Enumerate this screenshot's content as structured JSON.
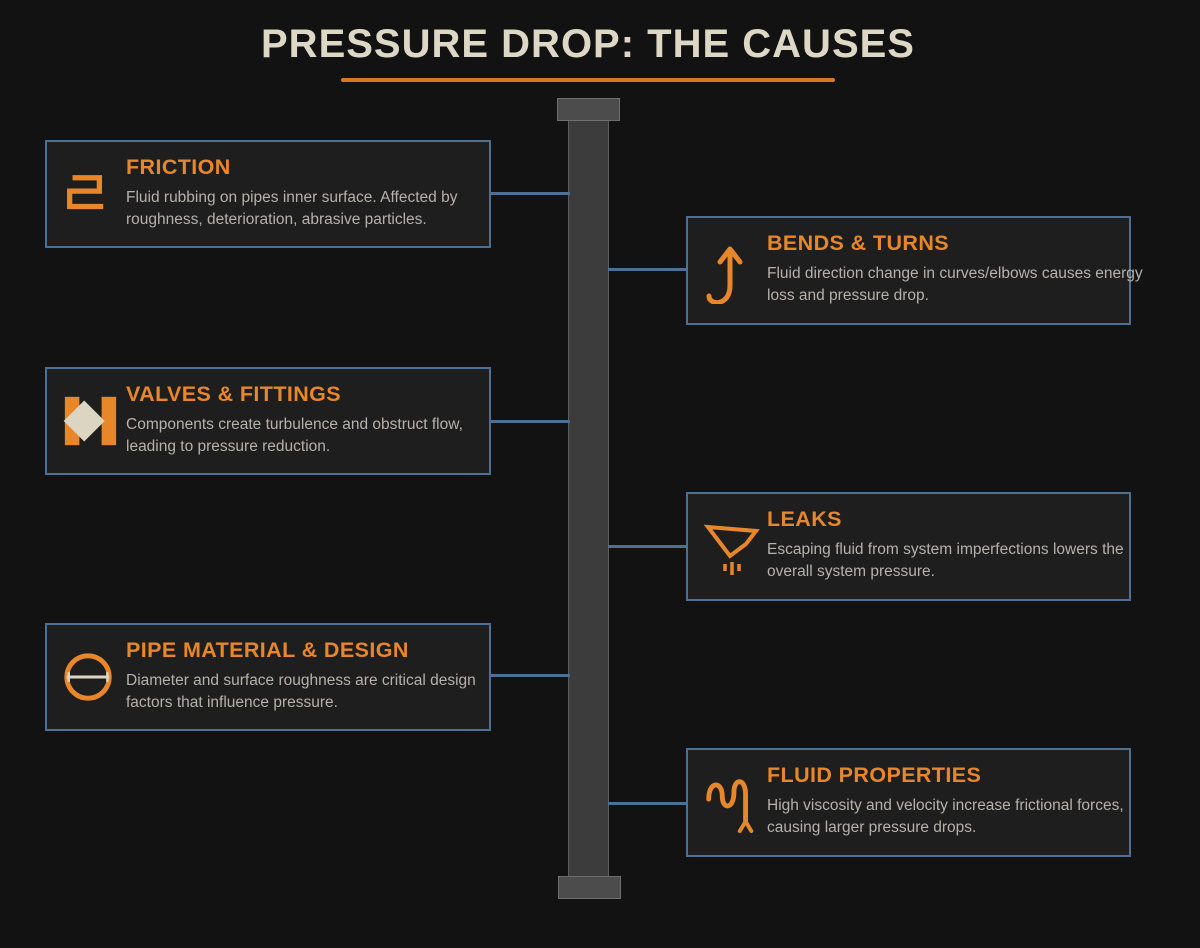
{
  "header": {
    "title": "PRESSURE DROP: THE CAUSES"
  },
  "colors": {
    "page_bg": "#121212",
    "card_bg": "#1E1E1E",
    "card_border_blue": "#4D7195",
    "connector_blue": "#4D7195",
    "accent_orange": "#E8872A",
    "underline_orange": "#D9791E",
    "title_cream": "#DDD7C6",
    "body_gray": "#B5B2AB",
    "icon_cream": "#DBD5C2",
    "pipe_gray": "#3C3C3C",
    "pipe_cap_gray": "#4C4C4C"
  },
  "pipe": {
    "name": "central-pipe-graphic"
  },
  "cards": [
    {
      "id": "friction",
      "side": "left",
      "icon": "friction-zigzag-icon",
      "title": "FRICTION",
      "description": "Fluid rubbing on pipes inner surface. Affected by roughness, deterioration, abrasive particles."
    },
    {
      "id": "bends-turns",
      "side": "right",
      "icon": "curved-arrow-up-icon",
      "title": "BENDS & TURNS",
      "description": "Fluid direction change in curves/elbows causes energy loss and pressure drop."
    },
    {
      "id": "valves-fittings",
      "side": "left",
      "icon": "valve-diamond-icon",
      "title": "VALVES & FITTINGS",
      "description": "Components create turbulence and obstruct flow, leading to pressure reduction."
    },
    {
      "id": "leaks",
      "side": "right",
      "icon": "funnel-drip-icon",
      "title": "LEAKS",
      "description": "Escaping fluid from system imperfections lowers the overall system pressure."
    },
    {
      "id": "pipe-material-design",
      "side": "left",
      "icon": "pipe-diameter-icon",
      "title": "PIPE MATERIAL & DESIGN",
      "description": "Diameter and surface roughness are critical design factors that influence pressure."
    },
    {
      "id": "fluid-properties",
      "side": "right",
      "icon": "viscosity-wave-icon",
      "title": "FLUID PROPERTIES",
      "description": "High viscosity and velocity increase frictional forces, causing larger pressure drops."
    }
  ]
}
